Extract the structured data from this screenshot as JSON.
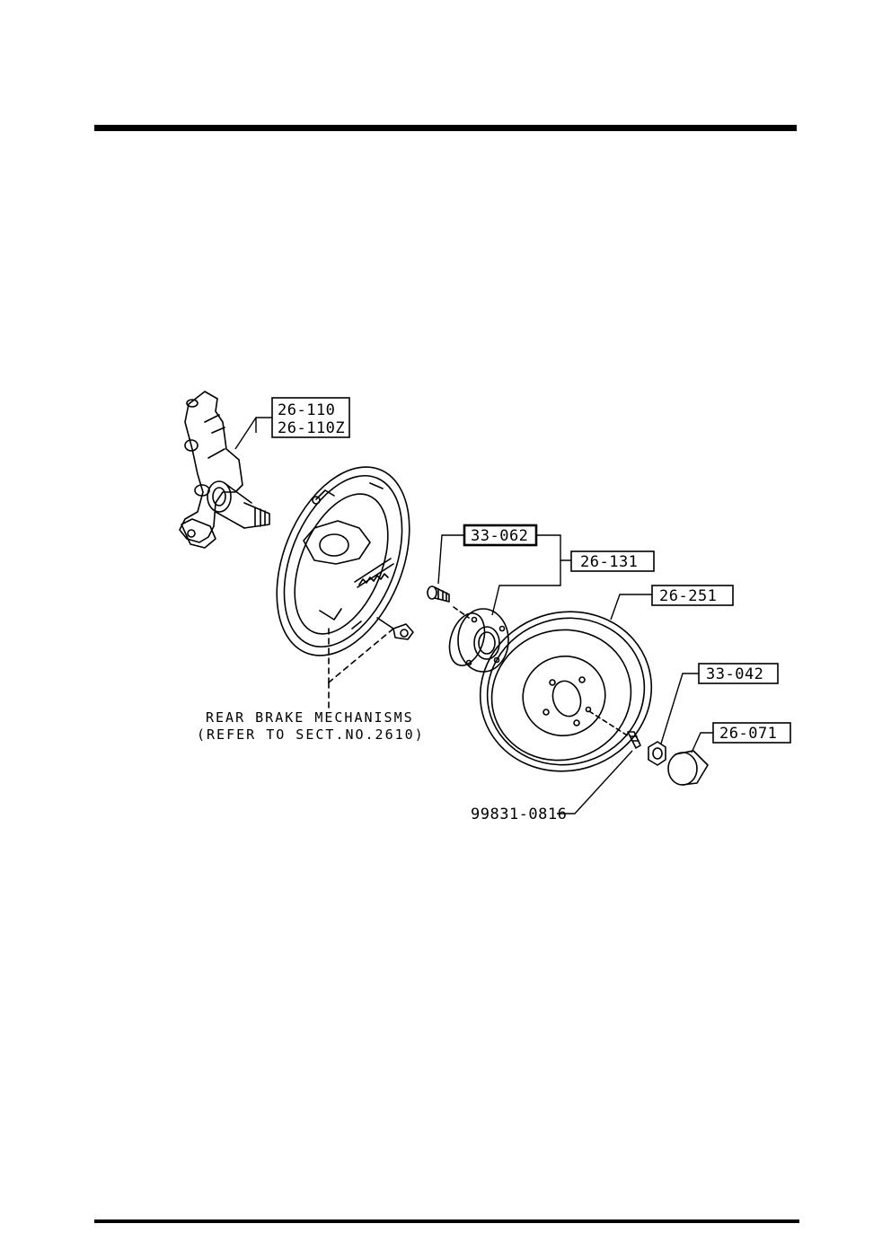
{
  "callouts": {
    "knuckle_a": "26-110",
    "knuckle_b": "26-110Z",
    "hub_bolt": "33-062",
    "hub": "26-131",
    "drum": "26-251",
    "lock_nut": "33-042",
    "hub_cap": "26-071",
    "drum_screw": "99831-0816"
  },
  "note": {
    "line1": "REAR BRAKE MECHANISMS",
    "line2": "(REFER TO SECT.NO.2610)"
  }
}
